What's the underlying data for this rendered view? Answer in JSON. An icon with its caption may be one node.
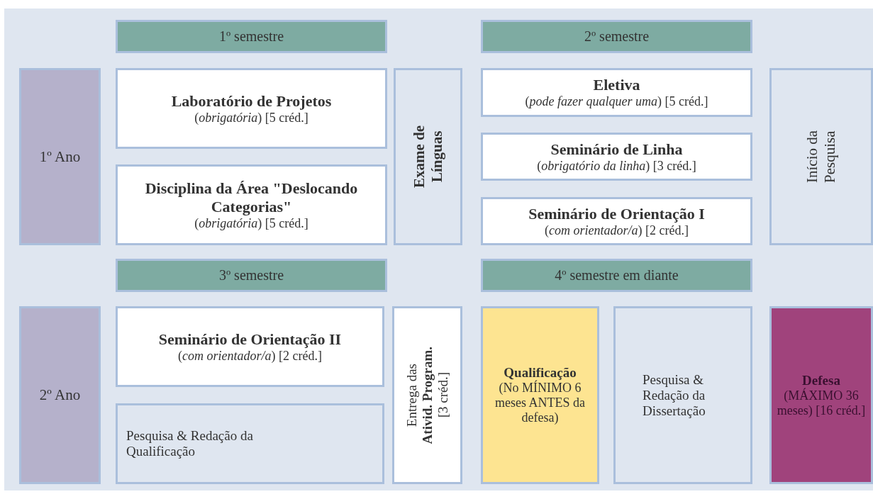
{
  "diagram": {
    "nodes": [
      {
        "text": [
          "1º semestre"
        ]
      },
      {
        "text": [
          "2º semestre"
        ]
      },
      {
        "text": [
          "1º Ano"
        ]
      },
      {
        "text": [
          "Laboratório de Projetos",
          "(*obrigatória*)  [5 créd.]"
        ]
      },
      {
        "text": [
          "Exame de Línguas"
        ]
      },
      {
        "text": [
          "Eletiva",
          "(*pode fazer qualquer uma*) [5 créd.]"
        ]
      },
      {
        "text": [
          "Início da Pesquisa"
        ]
      },
      {
        "text": [
          "Disciplina da Área \"Deslocando Categorias\"",
          "(*obrigatória*) [5 créd.]"
        ]
      },
      {
        "text": [
          "Seminário de Linha",
          "(*obrigatório da linha*) [3 créd.]"
        ]
      },
      {
        "text": [
          "Seminário de Orientação I",
          "(*com orientador/a*) [2 créd.]"
        ]
      },
      {
        "text": [
          "3º semestre"
        ]
      },
      {
        "text": [
          "4º semestre em diante"
        ]
      },
      {
        "text": [
          "2º Ano"
        ]
      },
      {
        "text": [
          "Seminário de Orientação II",
          "(*com orientador/a*) [2 créd.]"
        ]
      },
      {
        "text": [
          "Entrega das",
          "Ativid. Program.",
          "[3 créd.]"
        ]
      },
      {
        "text": [
          "Qualificação",
          "(No MÍNIMO 6 meses ANTES da defesa)"
        ]
      },
      {
        "text": [
          "Pesquisa & Redação da Dissertação"
        ]
      },
      {
        "text": [
          "Defesa",
          "(MÁXIMO 36 meses) [16 créd.]"
        ]
      },
      {
        "text": [
          "Pesquisa & Redação da Qualificação"
        ]
      }
    ]
  }
}
